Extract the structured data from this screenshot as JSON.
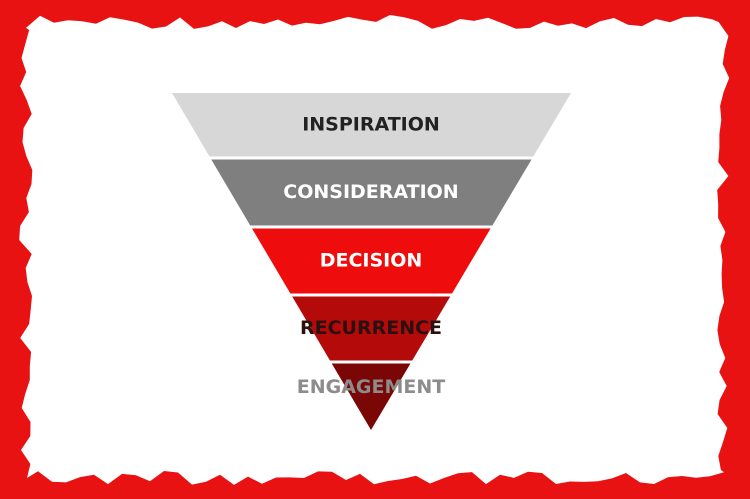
{
  "colors": {
    "frame": "#e81212",
    "background": "#ffffff"
  },
  "funnel": {
    "stages": [
      {
        "label": "INSPIRATION",
        "fill": "#d7d7d7",
        "text_color": "#222222"
      },
      {
        "label": "CONSIDERATION",
        "fill": "#7f7f7f",
        "text_color": "#ffffff"
      },
      {
        "label": "DECISION",
        "fill": "#ee0c0c",
        "text_color": "#ffffff"
      },
      {
        "label": "RECURRENCE",
        "fill": "#b50a0a",
        "text_color": "#2b1010"
      },
      {
        "label": "ENGAGEMENT",
        "fill": "#7a0606",
        "text_color": "#8c8c8c"
      }
    ]
  }
}
